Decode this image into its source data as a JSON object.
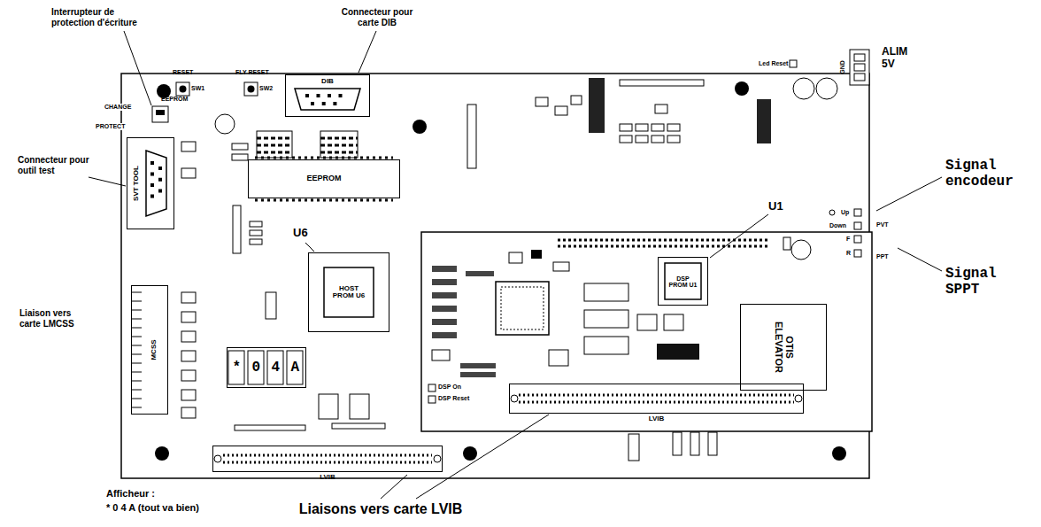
{
  "diagram": {
    "nodes": [
      {
        "text": [
          "DIB"
        ]
      },
      {
        "text": [
          "SVT TOOL"
        ]
      },
      {
        "text": [
          "EEPROM"
        ]
      },
      {
        "text": [
          "HOST PROM U6"
        ]
      },
      {
        "text": [
          "* 0 4 A"
        ]
      },
      {
        "text": [
          "LVIB"
        ]
      },
      {
        "text": [
          "MCSS"
        ]
      },
      {
        "text": [
          "DSP PROM U1"
        ]
      },
      {
        "text": [
          "OTIS ELEVATOR"
        ]
      },
      {
        "text": [
          "LVIB"
        ]
      }
    ],
    "labels": [
      "Interrupteur de protection d'écriture",
      "Connecteur pour carte DIB",
      "RESET",
      "SW1",
      "FLY RESET",
      "SW2",
      "CHANGE",
      "PROTECT",
      "Connecteur pour outil test",
      "U6",
      "Liaison vers carte LMCSS",
      "Afficheur :",
      "* 0 4 A (tout va bien)",
      "Liaisons vers carte LVIB",
      "ALIM 5V",
      "GND",
      "Led Reset",
      "Signal encodeur",
      "Signal SPPT",
      "Up",
      "Down",
      "F",
      "R",
      "PVT",
      "PPT",
      "U1",
      "DSP On",
      "DSP Reset",
      "EEPROM"
    ]
  }
}
